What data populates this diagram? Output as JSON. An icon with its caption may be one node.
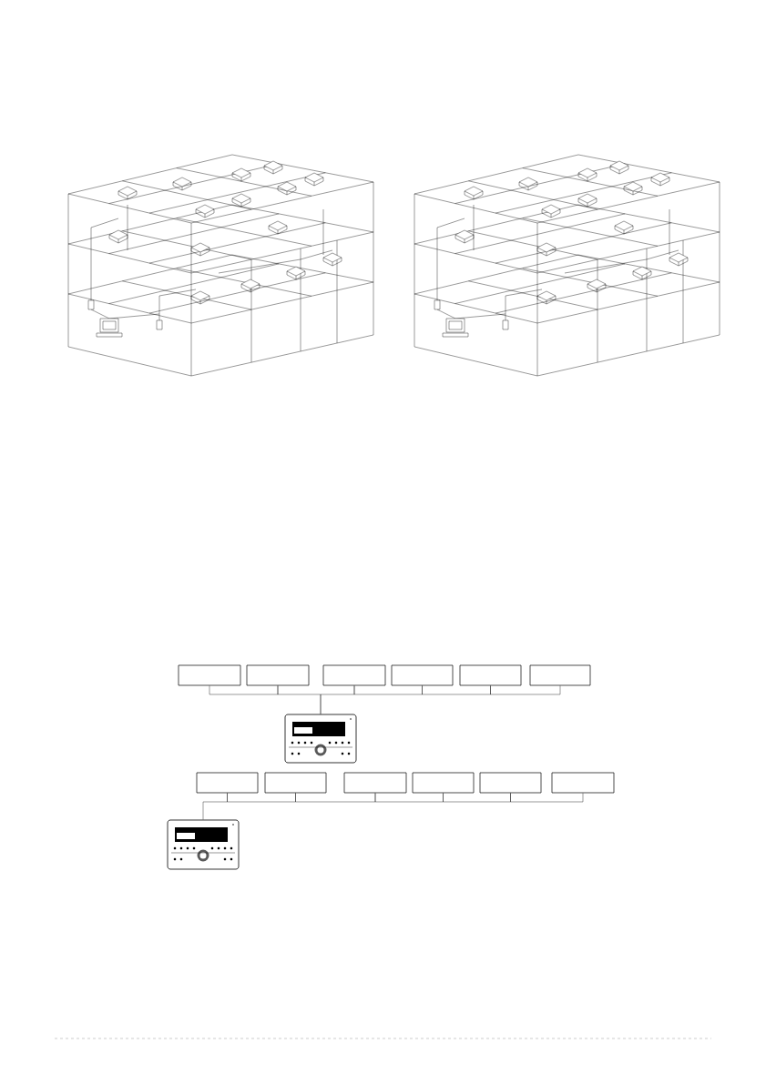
{
  "diagram": {
    "nodes": [
      {
        "text": [],
        "shape": "box"
      },
      {
        "text": [],
        "shape": "box"
      },
      {
        "text": [],
        "shape": "box"
      },
      {
        "text": [],
        "shape": "box"
      },
      {
        "text": [],
        "shape": "box"
      },
      {
        "text": [],
        "shape": "box"
      },
      {
        "text": [],
        "shape": "picture"
      },
      {
        "text": [],
        "shape": "box"
      },
      {
        "text": [],
        "shape": "box"
      },
      {
        "text": [],
        "shape": "box"
      },
      {
        "text": [],
        "shape": "box"
      },
      {
        "text": [],
        "shape": "box"
      },
      {
        "text": [],
        "shape": "box"
      },
      {
        "text": [],
        "shape": "picture"
      }
    ],
    "edges": [
      {
        "from": 0,
        "to": 1,
        "arrow": "none"
      },
      {
        "from": 1,
        "to": 6,
        "arrow": "none"
      },
      {
        "from": 6,
        "to": 2,
        "arrow": "none"
      },
      {
        "from": 2,
        "to": 3,
        "arrow": "none"
      },
      {
        "from": 3,
        "to": 4,
        "arrow": "none"
      },
      {
        "from": 4,
        "to": 5,
        "arrow": "none"
      },
      {
        "from": 13,
        "to": 7,
        "arrow": "none"
      },
      {
        "from": 7,
        "to": 8,
        "arrow": "none"
      },
      {
        "from": 8,
        "to": 9,
        "arrow": "none"
      },
      {
        "from": 9,
        "to": 10,
        "arrow": "none"
      },
      {
        "from": 10,
        "to": 11,
        "arrow": "none"
      },
      {
        "from": 11,
        "to": 12,
        "arrow": "none"
      }
    ]
  }
}
